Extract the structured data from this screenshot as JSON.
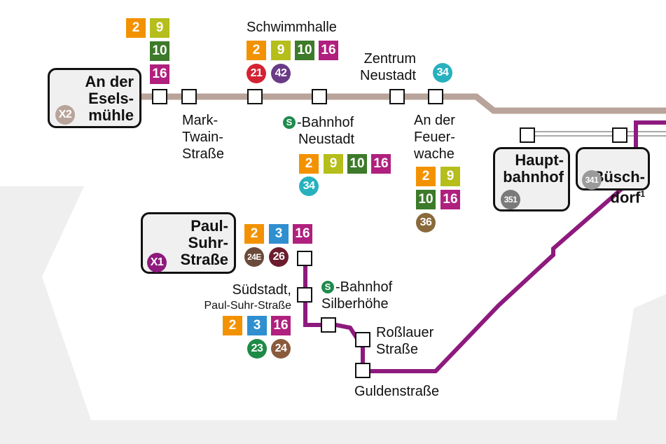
{
  "colors": {
    "background_light": "#efefef",
    "line_x2": "#b8a49a",
    "line_x1": "#8e1a7e",
    "line_thin": "#a8a8a8",
    "stop_box_fill": "#f0f0f0",
    "sbahn": "#1f8a4c"
  },
  "route_colors": {
    "2": "#f39200",
    "3": "#2f8fcf",
    "9": "#b5be1a",
    "10": "#3d7a2a",
    "16": "#b0207e",
    "21": "#d42333",
    "23": "#1e8a46",
    "24": "#8a5a3c",
    "24E": "#6a4a3a",
    "26": "#6b1c2e",
    "34": "#27b1be",
    "36": "#8a6a3a",
    "42": "#6a3b86",
    "X1": "#8e1a7e",
    "X2": "#b8a49a",
    "341": "#9a9a9a",
    "351": "#7a7a7a"
  },
  "terminals": {
    "an_der_eselsmuehle": {
      "name": "An der\nEsels-\nmühle",
      "badge": "X2"
    },
    "paul_suhr_strasse": {
      "name": "Paul-\nSuhr-\nStraße",
      "badge": "X1"
    },
    "hauptbahnhof": {
      "name": "Haupt-\nbahnhof",
      "badge": "351"
    },
    "bueschdorf": {
      "name": "Büsch-\ndorf",
      "sup": "1",
      "badge": "341"
    }
  },
  "stops": {
    "mark_twain": {
      "name_lines": [
        "Mark-",
        "Twain-",
        "Straße"
      ]
    },
    "schwimmhalle": {
      "name": "Schwimmhalle"
    },
    "sbahnhof_neustadt": {
      "sbahn_symbol": "S",
      "name_line1": "-Bahnhof",
      "name_line2": "Neustadt"
    },
    "zentrum_neustadt": {
      "name_lines": [
        "Zentrum",
        "Neustadt"
      ]
    },
    "an_der_feuerwache": {
      "name_lines": [
        "An der",
        "Feuer-",
        "wache"
      ]
    },
    "suedstadt": {
      "name_line1": "Südstadt,",
      "name_line2": "Paul-Suhr-Straße"
    },
    "sbahnhof_silberhoehe": {
      "sbahn_symbol": "S",
      "name_line1": "-Bahnhof",
      "name_line2": "Silberhöhe"
    },
    "rosslauer_strasse": {
      "name_lines": [
        "Roßlauer",
        "Straße"
      ]
    },
    "guldenstrasse": {
      "name": "Guldenstraße"
    }
  },
  "connections": {
    "eselsmuehle_square": [
      "2",
      "9",
      "10",
      "16"
    ],
    "schwimmhalle_square": [
      "2",
      "9",
      "10",
      "16"
    ],
    "schwimmhalle_circle": [
      "21",
      "42"
    ],
    "zentrum_neustadt_circle": [
      "34"
    ],
    "sbahnhof_neustadt_square": [
      "2",
      "9",
      "10",
      "16"
    ],
    "sbahnhof_neustadt_circle": [
      "34"
    ],
    "feuerwache_square": [
      "2",
      "9",
      "10",
      "16"
    ],
    "feuerwache_circle": [
      "36"
    ],
    "paul_suhr_square": [
      "2",
      "3",
      "16"
    ],
    "paul_suhr_circle": [
      "24E",
      "26"
    ],
    "suedstadt_square": [
      "2",
      "3",
      "16"
    ],
    "suedstadt_circle": [
      "23",
      "24"
    ]
  }
}
